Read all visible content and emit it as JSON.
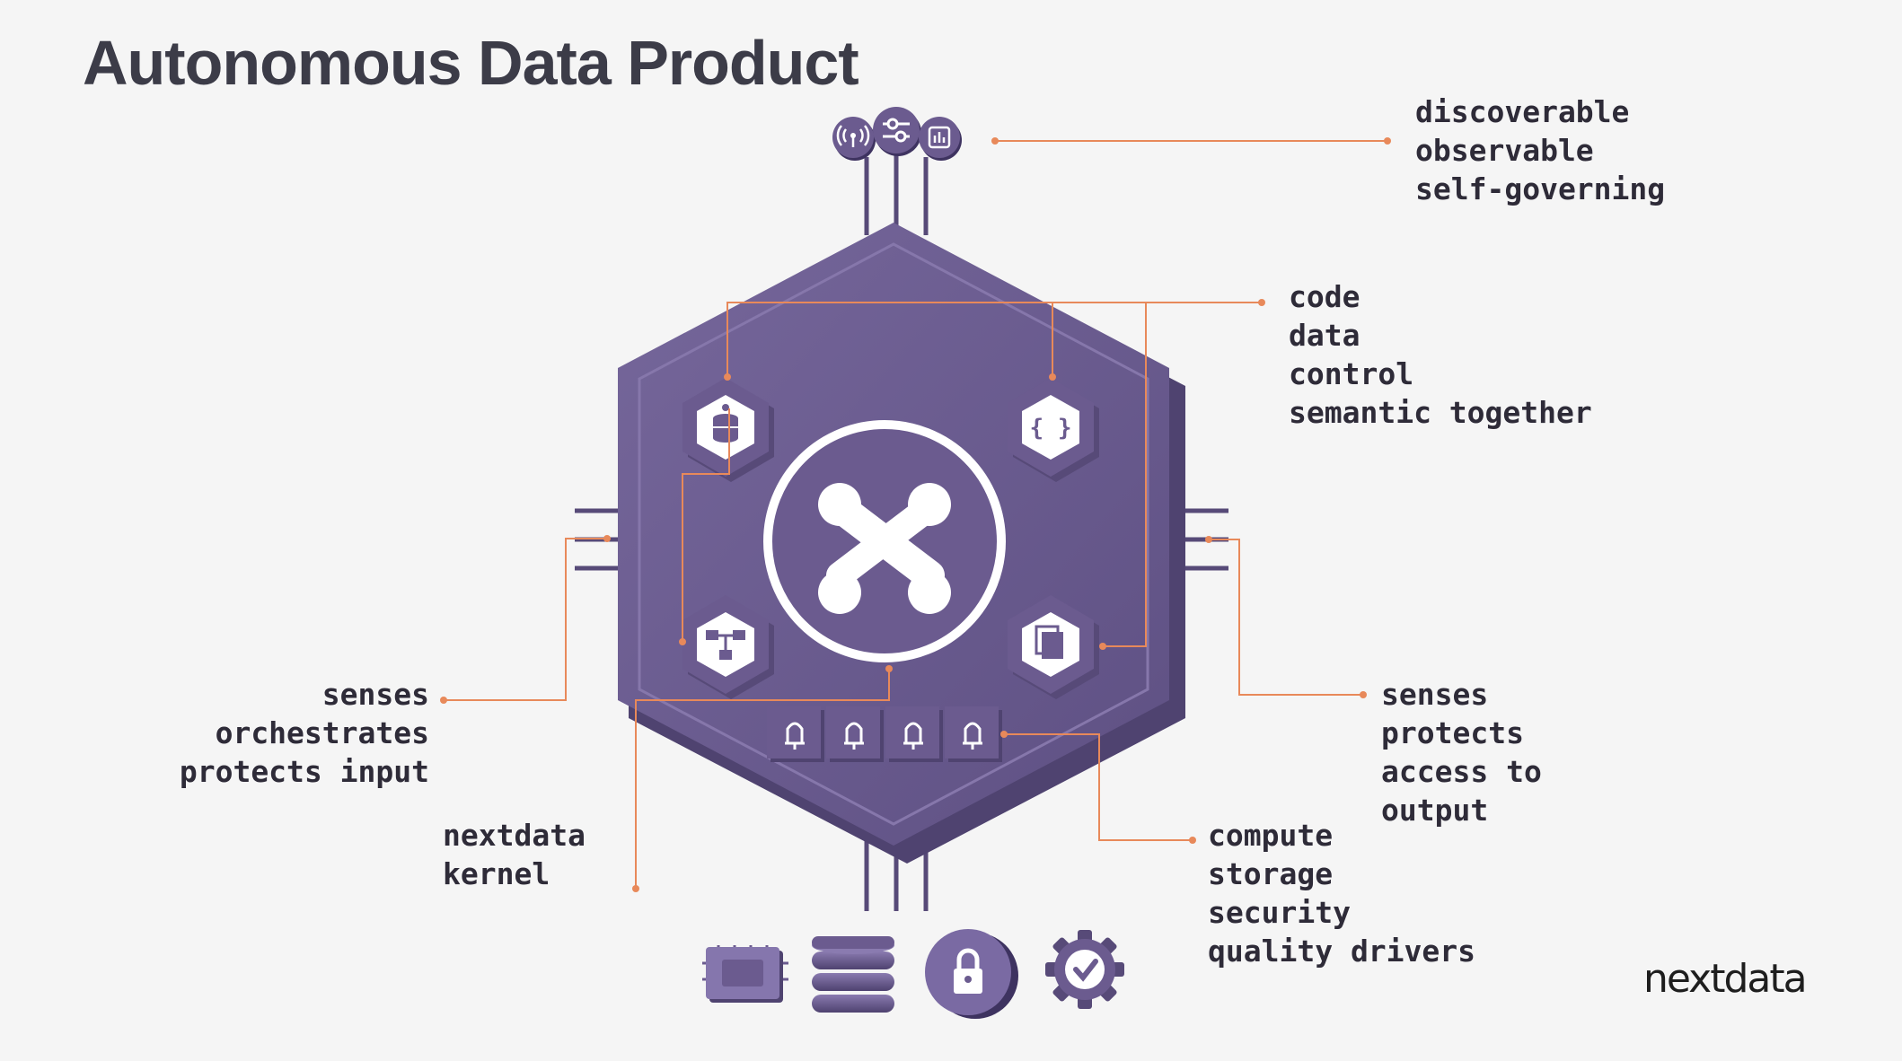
{
  "title": "Autonomous Data Product",
  "labels": {
    "top_right": [
      "discoverable",
      "observable",
      "self-governing"
    ],
    "upper_right": [
      "code",
      "data",
      "control",
      "semantic together"
    ],
    "left_input": [
      "senses",
      "orchestrates",
      "protects input"
    ],
    "kernel": [
      "nextdata",
      "kernel"
    ],
    "right_output": [
      "senses",
      "protects",
      "access to",
      "output"
    ],
    "bottom_drivers": [
      "compute",
      "storage",
      "security",
      "quality drivers"
    ]
  },
  "logo": "nextdata",
  "colors": {
    "hexagon": "#6b5b8f",
    "hexagon_dark": "#574a78",
    "connector_line": "#e8895a",
    "text": "#2e2b38",
    "background": "#f5f5f5"
  },
  "icons": {
    "top": [
      "broadcast-icon",
      "sliders-icon",
      "chart-icon"
    ],
    "inner": [
      "database-icon",
      "code-braces-icon",
      "flow-diagram-icon",
      "documents-icon"
    ],
    "ports": [
      "plug-icon",
      "plug-icon",
      "plug-icon",
      "plug-icon"
    ],
    "bottom": [
      "cpu-chip-icon",
      "storage-disks-icon",
      "lock-icon",
      "gear-check-icon"
    ]
  }
}
